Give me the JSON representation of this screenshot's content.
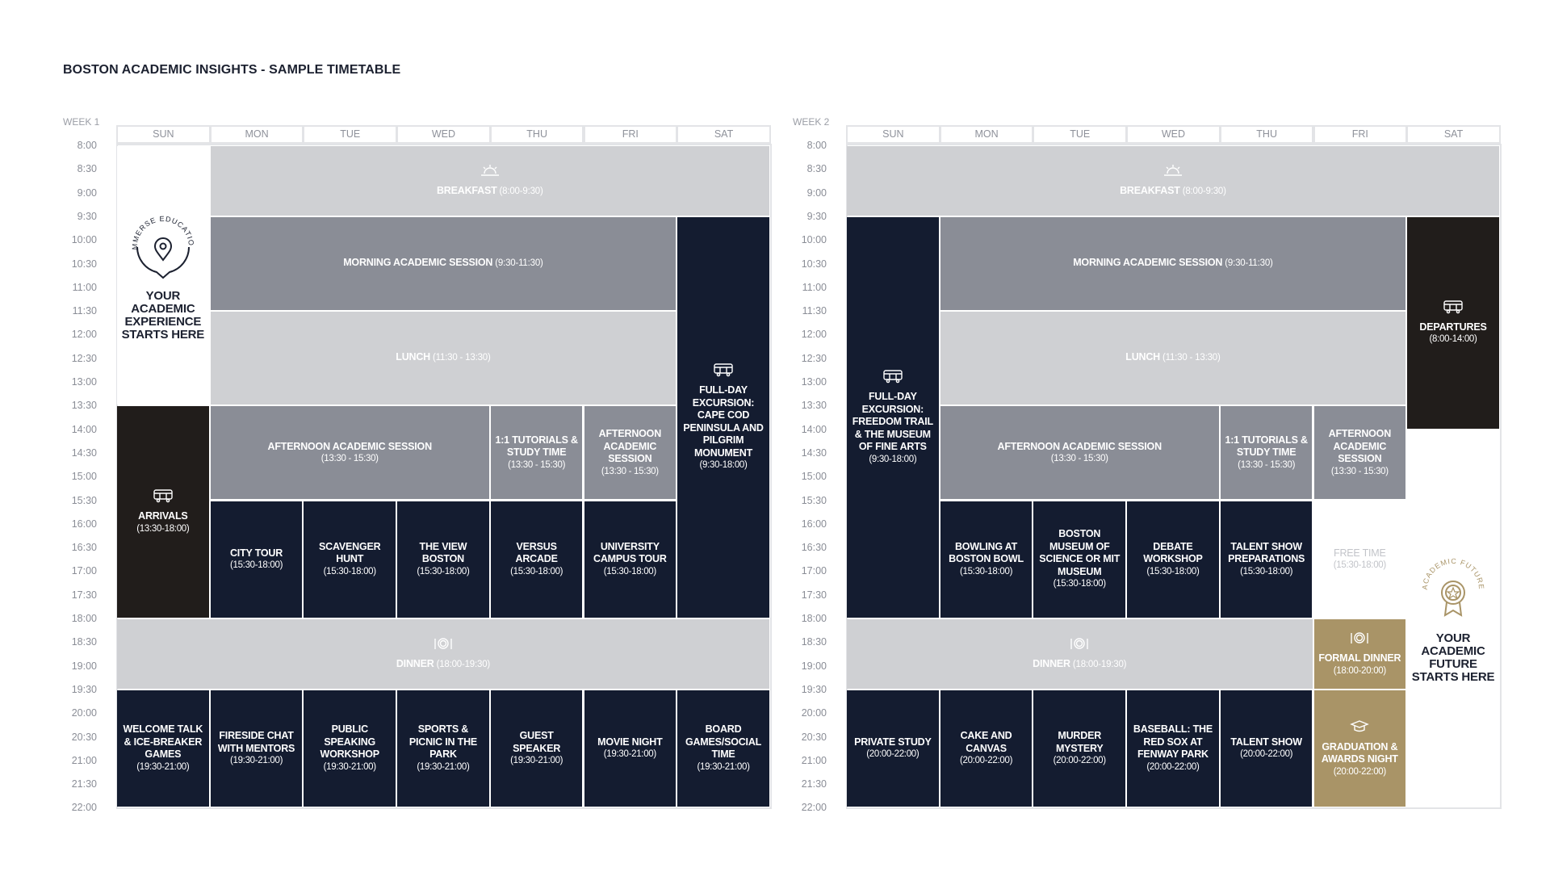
{
  "title": "BOSTON ACADEMIC INSIGHTS - SAMPLE TIMETABLE",
  "colors": {
    "navy": "#141c30",
    "black": "#211d1b",
    "gold": "#a99467",
    "grey": "#8a8d96",
    "light_grey": "#cfd0d3",
    "white": "#ffffff"
  },
  "times": [
    "8:00",
    "8:30",
    "9:00",
    "9:30",
    "10:00",
    "10:30",
    "11:00",
    "11:30",
    "12:00",
    "12:30",
    "13:00",
    "13:30",
    "14:00",
    "14:30",
    "15:00",
    "15:30",
    "16:00",
    "16:30",
    "17:00",
    "17:30",
    "18:00",
    "18:30",
    "19:00",
    "19:30",
    "20:00",
    "20:30",
    "21:00",
    "21:30",
    "22:00"
  ],
  "days": [
    "SUN",
    "MON",
    "TUE",
    "WED",
    "THU",
    "FRI",
    "SAT"
  ],
  "weeks": [
    {
      "label": "WEEK 1",
      "events": [
        {
          "name": "immerse-logo-block",
          "day": 0,
          "span": 1,
          "start": "8:00",
          "end": "13:30",
          "color": "white",
          "icon": "immerse-education-logo-icon",
          "title": "YOUR ACADEMIC EXPERIENCE STARTS HERE",
          "logo_text": "IMMERSE EDUCATION"
        },
        {
          "name": "breakfast",
          "day": 1,
          "span": 6,
          "start": "8:00",
          "end": "9:30",
          "color": "light_grey",
          "icon": "sunrise-icon",
          "title": "BREAKFAST",
          "time": "(8:00-9:30)",
          "inline": true
        },
        {
          "name": "morning-academic-session",
          "day": 1,
          "span": 5,
          "start": "9:30",
          "end": "11:30",
          "color": "grey",
          "title": "MORNING ACADEMIC SESSION",
          "time": "(9:30-11:30)",
          "inline": true
        },
        {
          "name": "full-day-excursion",
          "day": 6,
          "span": 1,
          "start": "9:30",
          "end": "18:00",
          "color": "navy",
          "icon": "bus-icon",
          "title": "FULL-DAY EXCURSION: CAPE COD PENINSULA AND PILGRIM MONUMENT",
          "time": "(9:30-18:00)"
        },
        {
          "name": "lunch",
          "day": 1,
          "span": 5,
          "start": "11:30",
          "end": "13:30",
          "color": "light_grey",
          "title": "LUNCH",
          "time": "(11:30 - 13:30)",
          "inline": true
        },
        {
          "name": "arrivals",
          "day": 0,
          "span": 1,
          "start": "13:30",
          "end": "18:00",
          "color": "black",
          "icon": "bus-icon",
          "title": "ARRIVALS",
          "time": "(13:30-18:00)"
        },
        {
          "name": "afternoon-academic-session",
          "day": 1,
          "span": 3,
          "start": "13:30",
          "end": "15:30",
          "color": "grey",
          "title": "AFTERNOON ACADEMIC SESSION",
          "time": "(13:30 - 15:30)"
        },
        {
          "name": "tutorials-study-time",
          "day": 4,
          "span": 1,
          "start": "13:30",
          "end": "15:30",
          "color": "grey",
          "title": "1:1 TUTORIALS & STUDY TIME",
          "time": "(13:30 - 15:30)"
        },
        {
          "name": "afternoon-academic-session-fri",
          "day": 5,
          "span": 1,
          "start": "13:30",
          "end": "15:30",
          "color": "grey",
          "title": "AFTERNOON ACADEMIC SESSION",
          "time": "(13:30 - 15:30)"
        },
        {
          "name": "city-tour",
          "day": 1,
          "span": 1,
          "start": "15:30",
          "end": "18:00",
          "color": "navy",
          "title": "CITY TOUR",
          "time": "(15:30-18:00)"
        },
        {
          "name": "scavenger-hunt",
          "day": 2,
          "span": 1,
          "start": "15:30",
          "end": "18:00",
          "color": "navy",
          "title": "SCAVENGER HUNT",
          "time": "(15:30-18:00)"
        },
        {
          "name": "the-view-boston",
          "day": 3,
          "span": 1,
          "start": "15:30",
          "end": "18:00",
          "color": "navy",
          "title": "THE VIEW BOSTON",
          "time": "(15:30-18:00)"
        },
        {
          "name": "versus-arcade",
          "day": 4,
          "span": 1,
          "start": "15:30",
          "end": "18:00",
          "color": "navy",
          "title": "VERSUS ARCADE",
          "time": "(15:30-18:00)"
        },
        {
          "name": "university-campus-tour",
          "day": 5,
          "span": 1,
          "start": "15:30",
          "end": "18:00",
          "color": "navy",
          "title": "UNIVERSITY CAMPUS TOUR",
          "time": "(15:30-18:00)"
        },
        {
          "name": "dinner",
          "day": 0,
          "span": 7,
          "start": "18:00",
          "end": "19:30",
          "color": "light_grey",
          "icon": "dinner-plate-icon",
          "title": "DINNER",
          "time": "(18:00-19:30)",
          "inline": true
        },
        {
          "name": "welcome-talk",
          "day": 0,
          "span": 1,
          "start": "19:30",
          "end": "22:00",
          "color": "navy",
          "title": "WELCOME TALK & ICE-BREAKER GAMES",
          "time": "(19:30-21:00)"
        },
        {
          "name": "fireside-chat",
          "day": 1,
          "span": 1,
          "start": "19:30",
          "end": "22:00",
          "color": "navy",
          "title": "FIRESIDE CHAT WITH MENTORS",
          "time": "(19:30-21:00)"
        },
        {
          "name": "public-speaking-workshop",
          "day": 2,
          "span": 1,
          "start": "19:30",
          "end": "22:00",
          "color": "navy",
          "title": "PUBLIC SPEAKING WORKSHOP",
          "time": "(19:30-21:00)"
        },
        {
          "name": "sports-picnic",
          "day": 3,
          "span": 1,
          "start": "19:30",
          "end": "22:00",
          "color": "navy",
          "title": "SPORTS & PICNIC IN THE PARK",
          "time": "(19:30-21:00)"
        },
        {
          "name": "guest-speaker",
          "day": 4,
          "span": 1,
          "start": "19:30",
          "end": "22:00",
          "color": "navy",
          "title": "GUEST SPEAKER",
          "time": "(19:30-21:00)"
        },
        {
          "name": "movie-night",
          "day": 5,
          "span": 1,
          "start": "19:30",
          "end": "22:00",
          "color": "navy",
          "title": "MOVIE NIGHT",
          "time": "(19:30-21:00)"
        },
        {
          "name": "board-games",
          "day": 6,
          "span": 1,
          "start": "19:30",
          "end": "22:00",
          "color": "navy",
          "title": "BOARD GAMES/SOCIAL TIME",
          "time": "(19:30-21:00)"
        }
      ]
    },
    {
      "label": "WEEK 2",
      "events": [
        {
          "name": "breakfast",
          "day": 0,
          "span": 7,
          "start": "8:00",
          "end": "9:30",
          "color": "light_grey",
          "icon": "sunrise-icon",
          "title": "BREAKFAST",
          "time": "(8:00-9:30)",
          "inline": true
        },
        {
          "name": "full-day-excursion",
          "day": 0,
          "span": 1,
          "start": "9:30",
          "end": "18:00",
          "color": "navy",
          "icon": "bus-icon",
          "title": "FULL-DAY EXCURSION: FREEDOM TRAIL & THE MUSEUM OF FINE ARTS",
          "time": "(9:30-18:00)"
        },
        {
          "name": "morning-academic-session",
          "day": 1,
          "span": 5,
          "start": "9:30",
          "end": "11:30",
          "color": "grey",
          "title": "MORNING ACADEMIC SESSION",
          "time": "(9:30-11:30)",
          "inline": true
        },
        {
          "name": "departures",
          "day": 6,
          "span": 1,
          "start": "9:30",
          "end": "14:00",
          "color": "black",
          "icon": "bus-icon",
          "title": "DEPARTURES",
          "time": "(8:00-14:00)"
        },
        {
          "name": "lunch",
          "day": 1,
          "span": 5,
          "start": "11:30",
          "end": "13:30",
          "color": "light_grey",
          "title": "LUNCH",
          "time": "(11:30 - 13:30)",
          "inline": true
        },
        {
          "name": "afternoon-academic-session",
          "day": 1,
          "span": 3,
          "start": "13:30",
          "end": "15:30",
          "color": "grey",
          "title": "AFTERNOON ACADEMIC SESSION",
          "time": "(13:30 - 15:30)"
        },
        {
          "name": "tutorials-study-time",
          "day": 4,
          "span": 1,
          "start": "13:30",
          "end": "15:30",
          "color": "grey",
          "title": "1:1 TUTORIALS & STUDY TIME",
          "time": "(13:30 - 15:30)"
        },
        {
          "name": "afternoon-academic-session-fri",
          "day": 5,
          "span": 1,
          "start": "13:30",
          "end": "15:30",
          "color": "grey",
          "title": "AFTERNOON ACADEMIC SESSION",
          "time": "(13:30 - 15:30)"
        },
        {
          "name": "academic-future-block",
          "day": 6,
          "span": 1,
          "start": "14:00",
          "end": "22:00",
          "color": "white",
          "icon": "academic-future-badge-icon",
          "title": "YOUR ACADEMIC FUTURE STARTS HERE",
          "logo_text": "ACADEMIC FUTURE"
        },
        {
          "name": "bowling",
          "day": 1,
          "span": 1,
          "start": "15:30",
          "end": "18:00",
          "color": "navy",
          "title": "BOWLING AT BOSTON BOWL",
          "time": "(15:30-18:00)"
        },
        {
          "name": "museum-of-science",
          "day": 2,
          "span": 1,
          "start": "15:30",
          "end": "18:00",
          "color": "navy",
          "title": "BOSTON MUSEUM OF SCIENCE OR MIT MUSEUM",
          "time": "(15:30-18:00)"
        },
        {
          "name": "debate-workshop",
          "day": 3,
          "span": 1,
          "start": "15:30",
          "end": "18:00",
          "color": "navy",
          "title": "DEBATE WORKSHOP",
          "time": "(15:30-18:00)"
        },
        {
          "name": "talent-show-preparations",
          "day": 4,
          "span": 1,
          "start": "15:30",
          "end": "18:00",
          "color": "navy",
          "title": "TALENT SHOW PREPARATIONS",
          "time": "(15:30-18:00)"
        },
        {
          "name": "free-time",
          "day": 5,
          "span": 1,
          "start": "15:30",
          "end": "18:00",
          "color": "empty",
          "title": "FREE TIME",
          "time": "(15:30-18:00)"
        },
        {
          "name": "dinner",
          "day": 0,
          "span": 5,
          "start": "18:00",
          "end": "19:30",
          "color": "light_grey",
          "icon": "dinner-plate-icon",
          "title": "DINNER",
          "time": "(18:00-19:30)",
          "inline": true
        },
        {
          "name": "formal-dinner",
          "day": 5,
          "span": 1,
          "start": "18:00",
          "end": "19:30",
          "color": "gold",
          "icon": "dinner-plate-icon",
          "title": "FORMAL DINNER",
          "time": "(18:00-20:00)"
        },
        {
          "name": "private-study",
          "day": 0,
          "span": 1,
          "start": "19:30",
          "end": "22:00",
          "color": "navy",
          "title": "PRIVATE STUDY",
          "time": "(20:00-22:00)"
        },
        {
          "name": "cake-and-canvas",
          "day": 1,
          "span": 1,
          "start": "19:30",
          "end": "22:00",
          "color": "navy",
          "title": "CAKE AND CANVAS",
          "time": "(20:00-22:00)"
        },
        {
          "name": "murder-mystery",
          "day": 2,
          "span": 1,
          "start": "19:30",
          "end": "22:00",
          "color": "navy",
          "title": "MURDER MYSTERY",
          "time": "(20:00-22:00)"
        },
        {
          "name": "baseball",
          "day": 3,
          "span": 1,
          "start": "19:30",
          "end": "22:00",
          "color": "navy",
          "title": "BASEBALL: THE RED SOX AT FENWAY PARK",
          "time": "(20:00-22:00)"
        },
        {
          "name": "talent-show",
          "day": 4,
          "span": 1,
          "start": "19:30",
          "end": "22:00",
          "color": "navy",
          "title": "TALENT SHOW",
          "time": "(20:00-22:00)"
        },
        {
          "name": "graduation-awards-night",
          "day": 5,
          "span": 1,
          "start": "19:30",
          "end": "22:00",
          "color": "gold",
          "icon": "graduation-cap-icon",
          "title": "GRADUATION & AWARDS NIGHT",
          "time": "(20:00-22:00)"
        }
      ]
    }
  ]
}
